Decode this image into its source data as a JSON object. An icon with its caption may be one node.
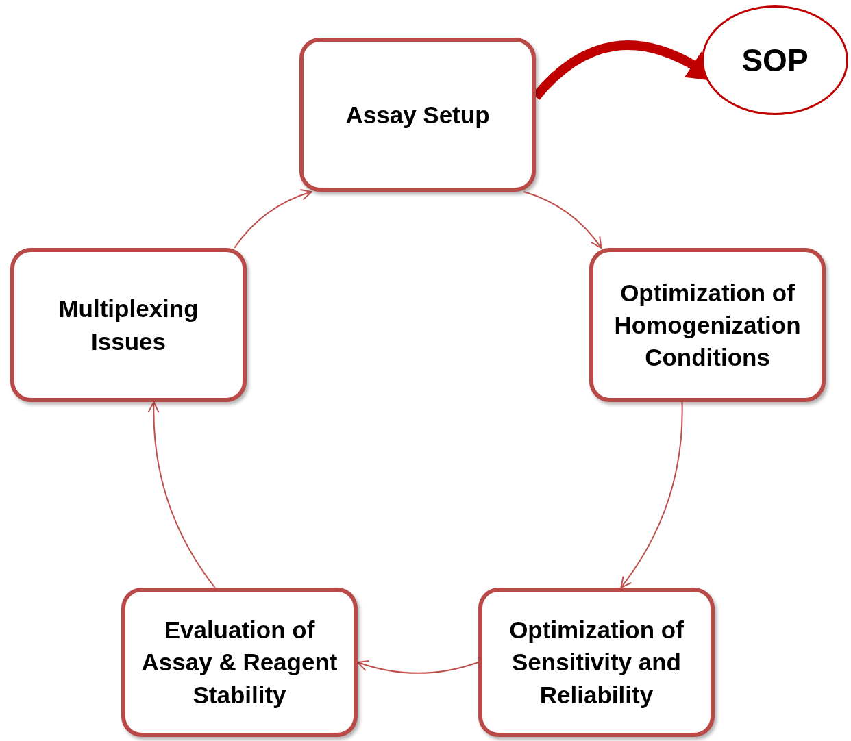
{
  "diagram": {
    "nodes": [
      {
        "text": [
          "Assay Setup"
        ]
      },
      {
        "text": [
          "Optimization of Homogenization Conditions"
        ]
      },
      {
        "text": [
          "Optimization of Sensitivity and Reliability"
        ]
      },
      {
        "text": [
          "Evaluation of Assay & Reagent Stability"
        ]
      },
      {
        "text": [
          "Multiplexing Issues"
        ]
      },
      {
        "text": [
          "SOP"
        ]
      }
    ],
    "edges": [
      {
        "from": 0,
        "to": 1,
        "arrow": "to"
      },
      {
        "from": 1,
        "to": 2,
        "arrow": "to"
      },
      {
        "from": 2,
        "to": 3,
        "arrow": "to"
      },
      {
        "from": 3,
        "to": 4,
        "arrow": "to"
      },
      {
        "from": 4,
        "to": 0,
        "arrow": "to"
      },
      {
        "from": 0,
        "to": 5,
        "arrow": "to",
        "style": "thick",
        "color": "#c00000"
      }
    ]
  }
}
